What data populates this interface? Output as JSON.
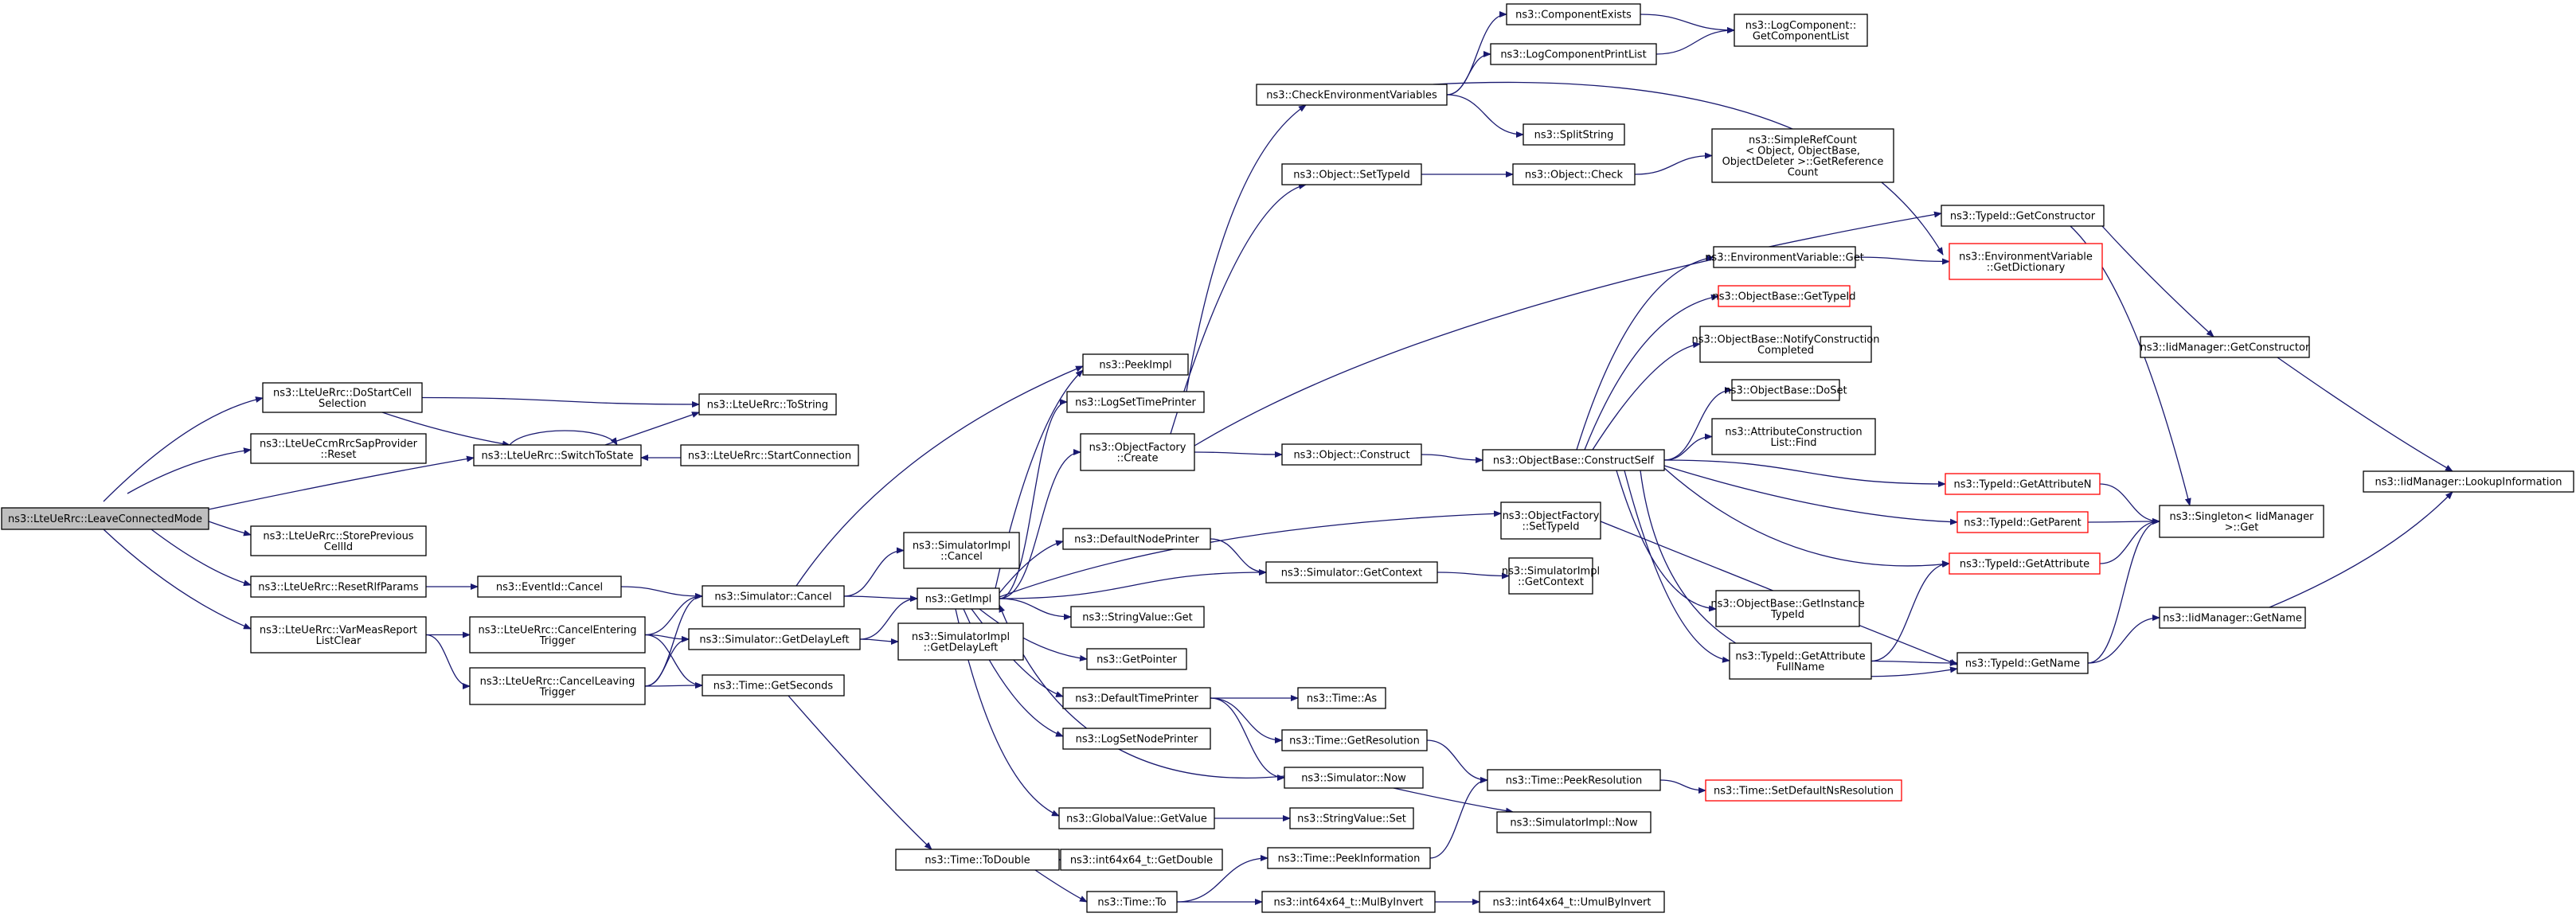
{
  "diagram": {
    "type": "call-graph",
    "colors": {
      "edge": "#191970",
      "node_border": "#000000",
      "node_fill": "#ffffff",
      "root_fill": "#bfbfbf",
      "truncated_border": "#ff0000",
      "text": "#000000"
    },
    "nodes": [
      {
        "id": "n0",
        "lines": [
          "ns3::LteUeRrc::LeaveConnectedMode"
        ],
        "style": "root"
      },
      {
        "id": "n1",
        "lines": [
          "ns3::LteUeRrc::DoStartCell",
          "Selection"
        ]
      },
      {
        "id": "n2",
        "lines": [
          "ns3::LteUeCcmRrcSapProvider",
          "::Reset"
        ]
      },
      {
        "id": "n3",
        "lines": [
          "ns3::LteUeRrc::SwitchToState"
        ]
      },
      {
        "id": "n4",
        "lines": [
          "ns3::LteUeRrc::StorePrevious",
          "CellId"
        ]
      },
      {
        "id": "n5",
        "lines": [
          "ns3::LteUeRrc::ResetRlfParams"
        ]
      },
      {
        "id": "n6",
        "lines": [
          "ns3::LteUeRrc::VarMeasReport",
          "ListClear"
        ]
      },
      {
        "id": "n7",
        "lines": [
          "ns3::LteUeRrc::ToString"
        ]
      },
      {
        "id": "n8",
        "lines": [
          "ns3::LteUeRrc::StartConnection"
        ]
      },
      {
        "id": "n9",
        "lines": [
          "ns3::EventId::Cancel"
        ]
      },
      {
        "id": "n10",
        "lines": [
          "ns3::LteUeRrc::CancelEntering",
          "Trigger"
        ]
      },
      {
        "id": "n11",
        "lines": [
          "ns3::LteUeRrc::CancelLeaving",
          "Trigger"
        ]
      },
      {
        "id": "n12",
        "lines": [
          "ns3::Simulator::Cancel"
        ]
      },
      {
        "id": "n13",
        "lines": [
          "ns3::Simulator::GetDelayLeft"
        ]
      },
      {
        "id": "n14",
        "lines": [
          "ns3::Time::GetSeconds"
        ]
      },
      {
        "id": "n15",
        "lines": [
          "ns3::Time::ToDouble"
        ]
      },
      {
        "id": "n16",
        "lines": [
          "ns3::SimulatorImpl",
          "::Cancel"
        ]
      },
      {
        "id": "n17",
        "lines": [
          "ns3::GetImpl"
        ]
      },
      {
        "id": "n18",
        "lines": [
          "ns3::SimulatorImpl",
          "::GetDelayLeft"
        ]
      },
      {
        "id": "n19",
        "lines": [
          "ns3::PeekImpl"
        ]
      },
      {
        "id": "n20",
        "lines": [
          "ns3::LogSetTimePrinter"
        ]
      },
      {
        "id": "n21",
        "lines": [
          "ns3::ObjectFactory",
          "::Create"
        ]
      },
      {
        "id": "n22",
        "lines": [
          "ns3::DefaultNodePrinter"
        ]
      },
      {
        "id": "n23",
        "lines": [
          "ns3::StringValue::Get"
        ]
      },
      {
        "id": "n24",
        "lines": [
          "ns3::GetPointer"
        ]
      },
      {
        "id": "n25",
        "lines": [
          "ns3::DefaultTimePrinter"
        ]
      },
      {
        "id": "n26",
        "lines": [
          "ns3::LogSetNodePrinter"
        ]
      },
      {
        "id": "n27",
        "lines": [
          "ns3::GlobalValue::GetValue"
        ]
      },
      {
        "id": "n28",
        "lines": [
          "ns3::int64x64_t::GetDouble"
        ]
      },
      {
        "id": "n29",
        "lines": [
          "ns3::Time::To"
        ]
      },
      {
        "id": "n30",
        "lines": [
          "ns3::CheckEnvironmentVariables"
        ]
      },
      {
        "id": "n31",
        "lines": [
          "ns3::Object::SetTypeId"
        ]
      },
      {
        "id": "n32",
        "lines": [
          "ns3::Object::Construct"
        ]
      },
      {
        "id": "n33",
        "lines": [
          "ns3::Simulator::GetContext"
        ]
      },
      {
        "id": "n34",
        "lines": [
          "ns3::ObjectFactory",
          "::SetTypeId"
        ]
      },
      {
        "id": "n35",
        "lines": [
          "ns3::Time::As"
        ]
      },
      {
        "id": "n36",
        "lines": [
          "ns3::Time::GetResolution"
        ]
      },
      {
        "id": "n37",
        "lines": [
          "ns3::Simulator::Now"
        ]
      },
      {
        "id": "n38",
        "lines": [
          "ns3::StringValue::Set"
        ]
      },
      {
        "id": "n39",
        "lines": [
          "ns3::Time::PeekInformation"
        ]
      },
      {
        "id": "n40",
        "lines": [
          "ns3::int64x64_t::MulByInvert"
        ]
      },
      {
        "id": "n41",
        "lines": [
          "ns3::ComponentExists"
        ]
      },
      {
        "id": "n42",
        "lines": [
          "ns3::LogComponentPrintList"
        ]
      },
      {
        "id": "n43",
        "lines": [
          "ns3::SplitString"
        ]
      },
      {
        "id": "n44",
        "lines": [
          "ns3::Object::Check"
        ]
      },
      {
        "id": "n45",
        "lines": [
          "ns3::ObjectBase::ConstructSelf"
        ]
      },
      {
        "id": "n46",
        "lines": [
          "ns3::SimulatorImpl",
          "::GetContext"
        ]
      },
      {
        "id": "n47",
        "lines": [
          "ns3::Time::PeekResolution"
        ]
      },
      {
        "id": "n48",
        "lines": [
          "ns3::SimulatorImpl::Now"
        ]
      },
      {
        "id": "n49",
        "lines": [
          "ns3::int64x64_t::UmulByInvert"
        ]
      },
      {
        "id": "n50",
        "lines": [
          "ns3::LogComponent::",
          "GetComponentList"
        ]
      },
      {
        "id": "n51",
        "lines": [
          "ns3::SimpleRefCount",
          "< Object, ObjectBase,",
          "ObjectDeleter >::GetReference",
          "Count"
        ]
      },
      {
        "id": "n52",
        "lines": [
          "ns3::EnvironmentVariable::Get"
        ]
      },
      {
        "id": "n53",
        "lines": [
          "ns3::ObjectBase::GetTypeId"
        ],
        "style": "truncated"
      },
      {
        "id": "n54",
        "lines": [
          "ns3::ObjectBase::NotifyConstruction",
          "Completed"
        ]
      },
      {
        "id": "n55",
        "lines": [
          "ns3::ObjectBase::DoSet"
        ]
      },
      {
        "id": "n56",
        "lines": [
          "ns3::AttributeConstruction",
          "List::Find"
        ]
      },
      {
        "id": "n57",
        "lines": [
          "ns3::ObjectBase::GetInstance",
          "TypeId"
        ]
      },
      {
        "id": "n58",
        "lines": [
          "ns3::TypeId::GetAttribute",
          "FullName"
        ]
      },
      {
        "id": "n59",
        "lines": [
          "ns3::Time::SetDefaultNsResolution"
        ],
        "style": "truncated"
      },
      {
        "id": "n60",
        "lines": [
          "ns3::TypeId::GetConstructor"
        ]
      },
      {
        "id": "n61",
        "lines": [
          "ns3::EnvironmentVariable",
          "::GetDictionary"
        ],
        "style": "truncated"
      },
      {
        "id": "n62",
        "lines": [
          "ns3::TypeId::GetAttributeN"
        ],
        "style": "truncated"
      },
      {
        "id": "n63",
        "lines": [
          "ns3::TypeId::GetParent"
        ],
        "style": "truncated"
      },
      {
        "id": "n64",
        "lines": [
          "ns3::TypeId::GetAttribute"
        ],
        "style": "truncated"
      },
      {
        "id": "n65",
        "lines": [
          "ns3::TypeId::GetName"
        ]
      },
      {
        "id": "n66",
        "lines": [
          "ns3::IidManager::GetConstructor"
        ]
      },
      {
        "id": "n67",
        "lines": [
          "ns3::Singleton< IidManager",
          ">::Get"
        ]
      },
      {
        "id": "n68",
        "lines": [
          "ns3::IidManager::GetName"
        ]
      },
      {
        "id": "n69",
        "lines": [
          "ns3::IidManager::LookupInformation"
        ]
      }
    ],
    "edges": [
      [
        "n0",
        "n1"
      ],
      [
        "n0",
        "n2"
      ],
      [
        "n0",
        "n3"
      ],
      [
        "n0",
        "n4"
      ],
      [
        "n0",
        "n5"
      ],
      [
        "n0",
        "n6"
      ],
      [
        "n1",
        "n3"
      ],
      [
        "n1",
        "n7"
      ],
      [
        "n3",
        "n3"
      ],
      [
        "n3",
        "n7"
      ],
      [
        "n8",
        "n3"
      ],
      [
        "n5",
        "n9"
      ],
      [
        "n9",
        "n12"
      ],
      [
        "n6",
        "n10"
      ],
      [
        "n6",
        "n11"
      ],
      [
        "n10",
        "n12"
      ],
      [
        "n10",
        "n13"
      ],
      [
        "n10",
        "n14"
      ],
      [
        "n11",
        "n12"
      ],
      [
        "n11",
        "n13"
      ],
      [
        "n11",
        "n14"
      ],
      [
        "n12",
        "n16"
      ],
      [
        "n12",
        "n17"
      ],
      [
        "n12",
        "n19"
      ],
      [
        "n13",
        "n17"
      ],
      [
        "n13",
        "n18"
      ],
      [
        "n14",
        "n15"
      ],
      [
        "n15",
        "n28"
      ],
      [
        "n15",
        "n29"
      ],
      [
        "n29",
        "n39"
      ],
      [
        "n29",
        "n40"
      ],
      [
        "n40",
        "n49"
      ],
      [
        "n17",
        "n19"
      ],
      [
        "n17",
        "n20"
      ],
      [
        "n17",
        "n21"
      ],
      [
        "n17",
        "n22"
      ],
      [
        "n17",
        "n23"
      ],
      [
        "n17",
        "n24"
      ],
      [
        "n17",
        "n25"
      ],
      [
        "n17",
        "n26"
      ],
      [
        "n17",
        "n27"
      ],
      [
        "n17",
        "n34"
      ],
      [
        "n17",
        "n33"
      ],
      [
        "n20",
        "n30"
      ],
      [
        "n21",
        "n31"
      ],
      [
        "n21",
        "n32"
      ],
      [
        "n21",
        "n60"
      ],
      [
        "n22",
        "n33"
      ],
      [
        "n33",
        "n46"
      ],
      [
        "n25",
        "n35"
      ],
      [
        "n25",
        "n36"
      ],
      [
        "n25",
        "n37"
      ],
      [
        "n36",
        "n47"
      ],
      [
        "n37",
        "n48"
      ],
      [
        "n37",
        "n17"
      ],
      [
        "n39",
        "n47"
      ],
      [
        "n47",
        "n59"
      ],
      [
        "n27",
        "n38"
      ],
      [
        "n30",
        "n41"
      ],
      [
        "n30",
        "n42"
      ],
      [
        "n30",
        "n43"
      ],
      [
        "n30",
        "n61"
      ],
      [
        "n41",
        "n50"
      ],
      [
        "n42",
        "n50"
      ],
      [
        "n31",
        "n44"
      ],
      [
        "n44",
        "n51"
      ],
      [
        "n32",
        "n45"
      ],
      [
        "n45",
        "n52"
      ],
      [
        "n45",
        "n53"
      ],
      [
        "n45",
        "n54"
      ],
      [
        "n45",
        "n55"
      ],
      [
        "n45",
        "n56"
      ],
      [
        "n45",
        "n57"
      ],
      [
        "n45",
        "n58"
      ],
      [
        "n45",
        "n62"
      ],
      [
        "n45",
        "n63"
      ],
      [
        "n45",
        "n64"
      ],
      [
        "n45",
        "n65"
      ],
      [
        "n34",
        "n65"
      ],
      [
        "n52",
        "n61"
      ],
      [
        "n58",
        "n64"
      ],
      [
        "n58",
        "n65"
      ],
      [
        "n60",
        "n66"
      ],
      [
        "n60",
        "n67"
      ],
      [
        "n66",
        "n69"
      ],
      [
        "n62",
        "n67"
      ],
      [
        "n63",
        "n67"
      ],
      [
        "n64",
        "n67"
      ],
      [
        "n65",
        "n67"
      ],
      [
        "n65",
        "n68"
      ],
      [
        "n68",
        "n69"
      ]
    ]
  }
}
